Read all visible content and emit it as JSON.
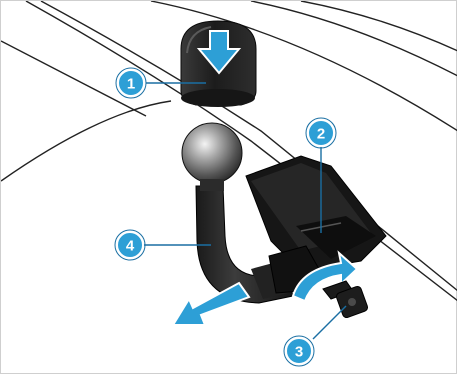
{
  "figure": {
    "description_icon_names": [
      "arrow-down-icon",
      "arrow-out-icon",
      "arrow-rotate-icon"
    ],
    "colors": {
      "accent": "#2d9fd6",
      "accent_dark": "#1a6fa3",
      "line": "#222222",
      "part_dark": "#1b1b1b",
      "background": "#ffffff"
    },
    "callouts": [
      {
        "id": "1",
        "label": "1"
      },
      {
        "id": "2",
        "label": "2"
      },
      {
        "id": "3",
        "label": "3"
      },
      {
        "id": "4",
        "label": "4"
      }
    ]
  }
}
